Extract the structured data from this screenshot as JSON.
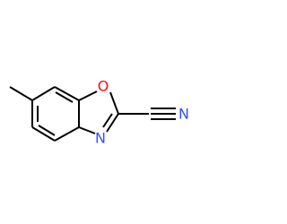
{
  "molecule": {
    "atoms": {
      "oxygen": {
        "symbol": "O"
      },
      "ring_nitrogen": {
        "symbol": "N"
      },
      "nitrile_nitrogen": {
        "symbol": "N"
      }
    }
  },
  "colors": {
    "bond": "#000000",
    "oxygen": "#FF0D0D",
    "nitrogen": "#3050F8",
    "background": "#FFFFFF"
  }
}
